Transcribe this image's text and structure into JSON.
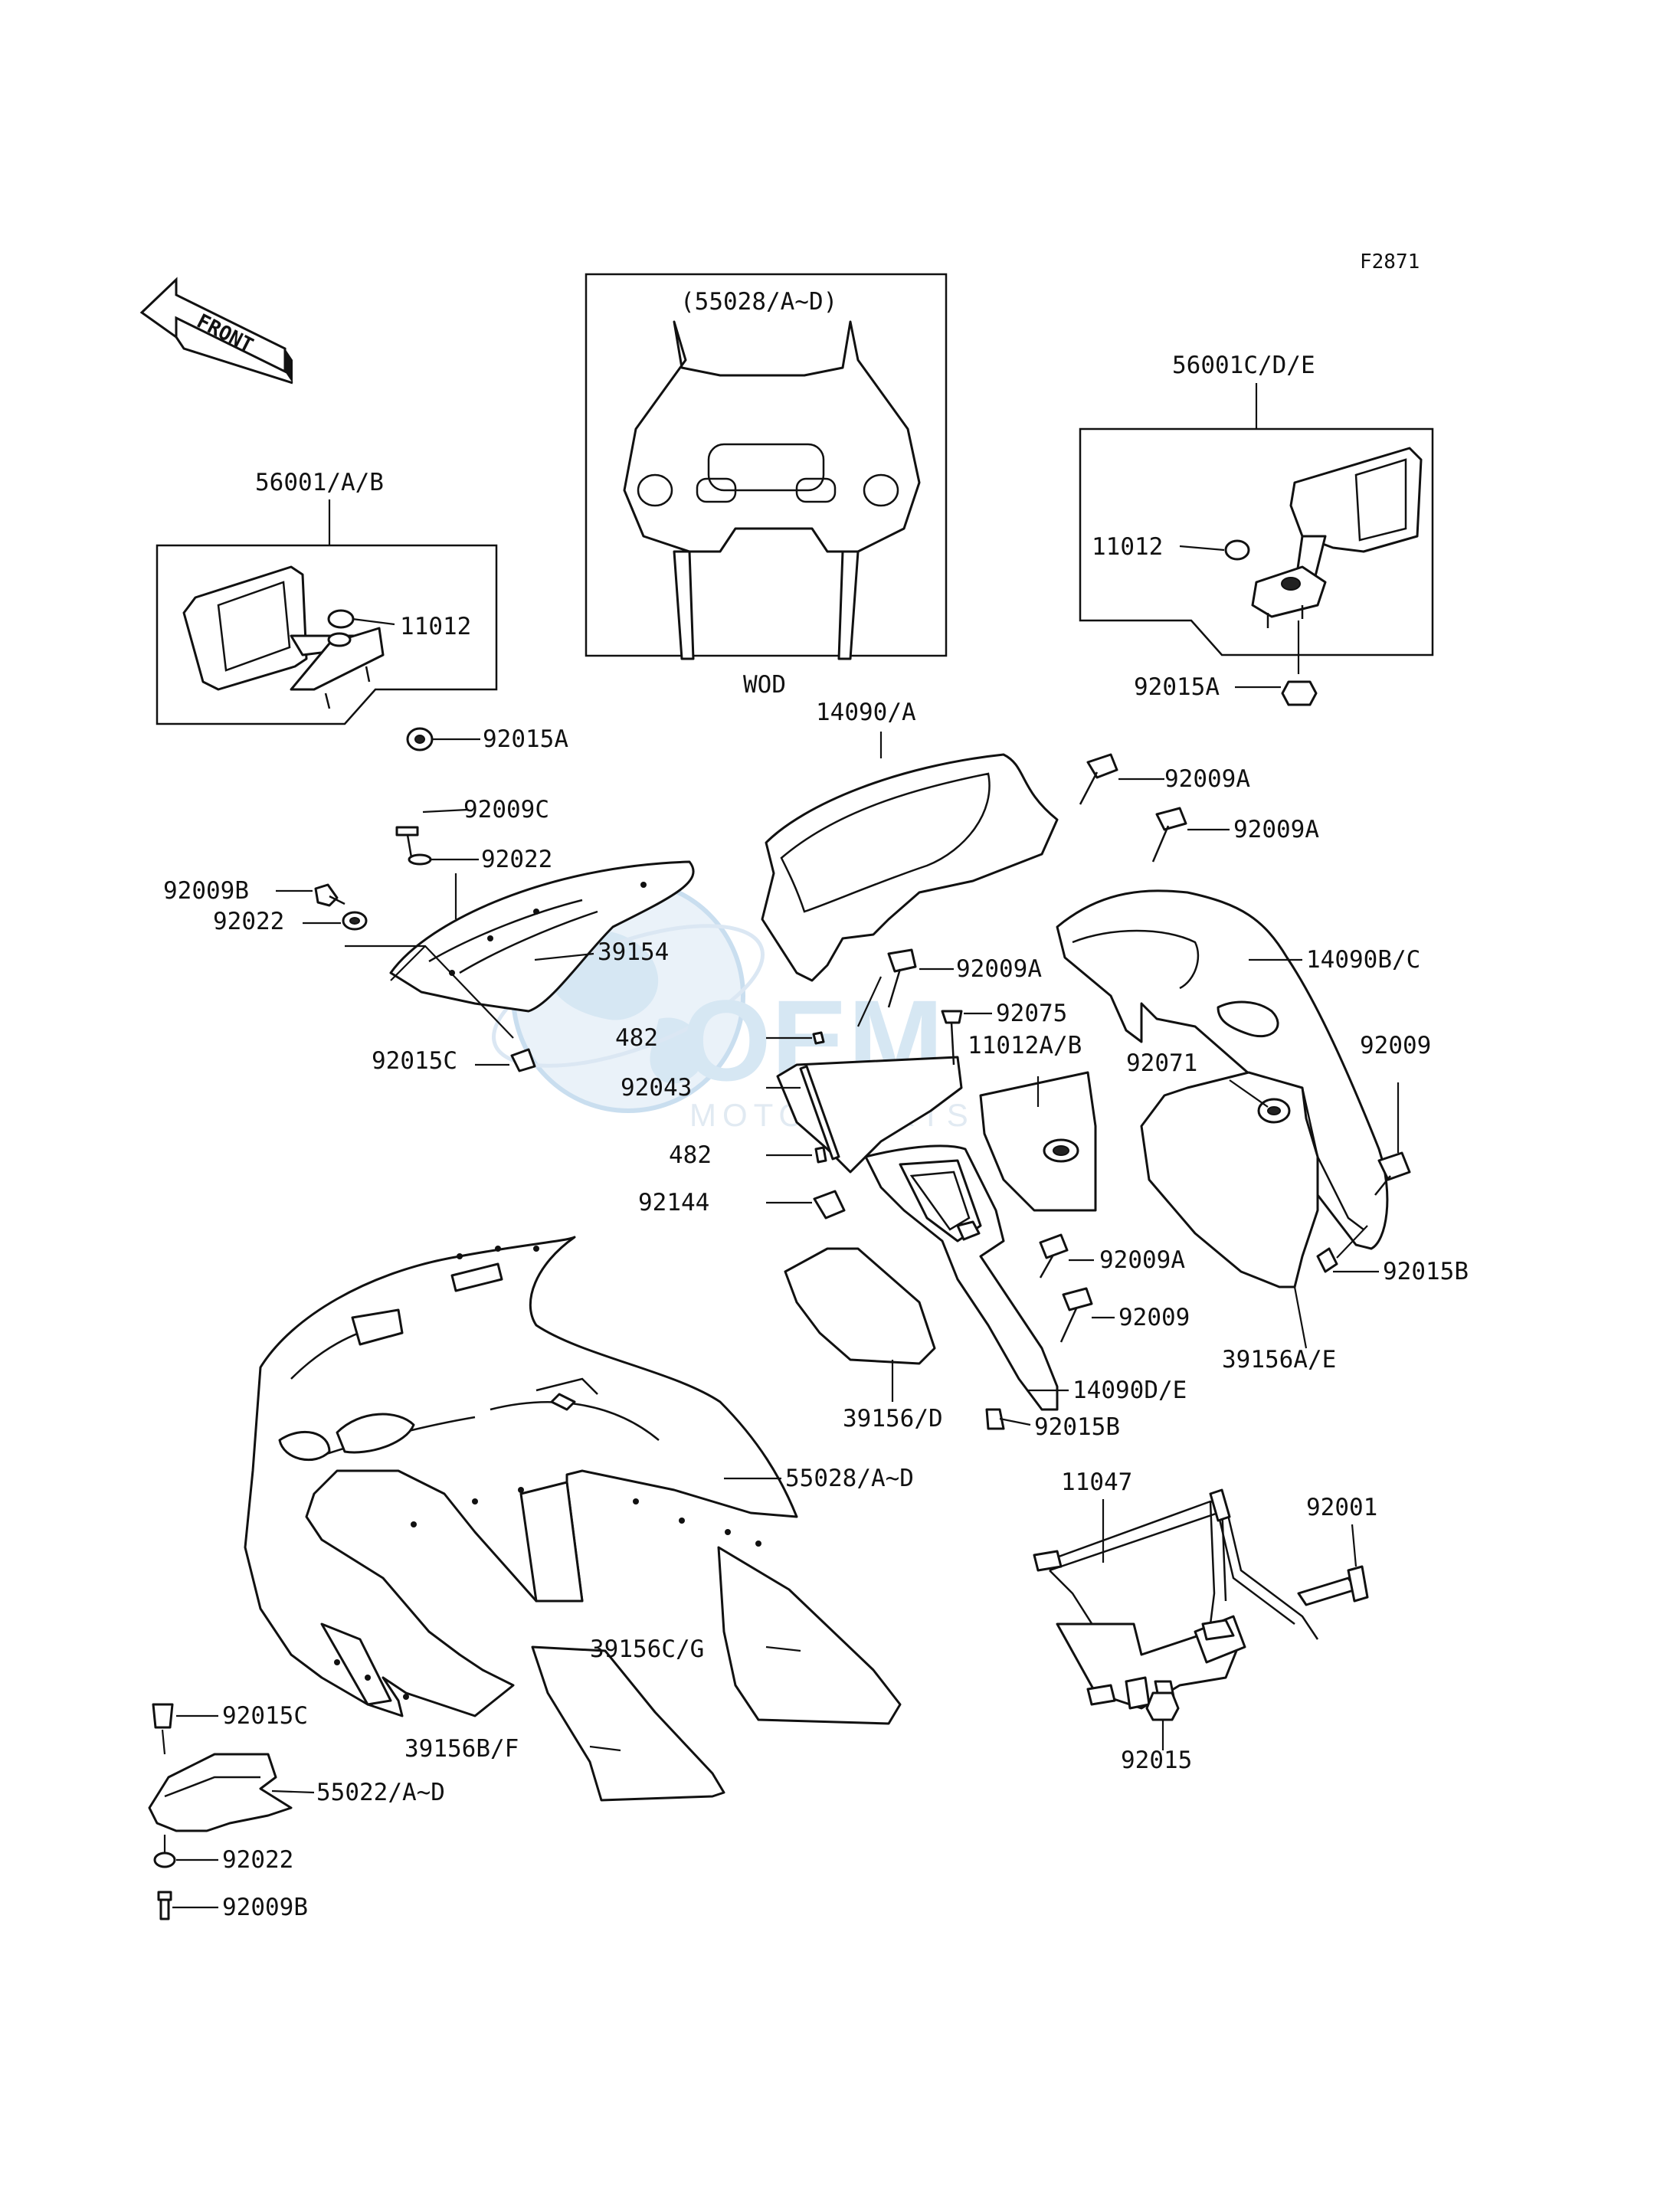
{
  "figure_code": "F2871",
  "front_arrow": {
    "text": "FRONT",
    "icon": "front-arrow-icon"
  },
  "watermark": {
    "logo_text": "OEM",
    "sub_text": "MOTORPARTS",
    "icon": "globe-icon"
  },
  "box_labels": {
    "mirror_left": "56001/A/B",
    "mirror_right": "56001C/D/E",
    "cowl_variant": "(55028/A~D)",
    "cowl_variant_note": "WOD"
  },
  "callouts": [
    "11012",
    "92015A",
    "11012",
    "92015A",
    "14090/A",
    "92009A",
    "92009A",
    "92009C",
    "92022",
    "92009B",
    "92022",
    "39154",
    "92009A",
    "92075",
    "14090B/C",
    "482",
    "92043",
    "11012A/B",
    "92009",
    "92015C",
    "92071",
    "482",
    "92144",
    "92009A",
    "92015B",
    "92009",
    "39156A/E",
    "14090D/E",
    "39156/D",
    "92015B",
    "55028/A~D",
    "11047",
    "92001",
    "39156C/G",
    "92015",
    "92015C",
    "39156B/F",
    "55022/A~D",
    "92022",
    "92009B"
  ]
}
